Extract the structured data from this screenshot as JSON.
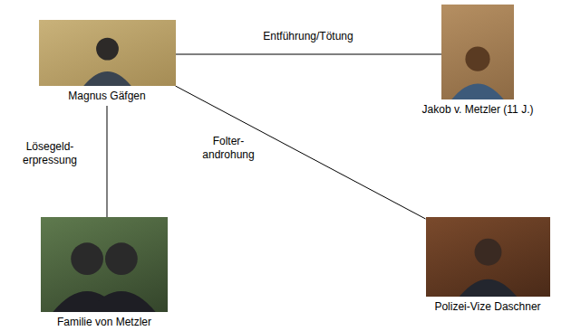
{
  "diagram": {
    "nodes": [
      {
        "text": [
          "Magnus Gäfgen"
        ]
      },
      {
        "text": [
          "Jakob v. Metzler (11 J.)"
        ]
      },
      {
        "text": [
          "Familie von Metzler"
        ]
      },
      {
        "text": [
          "Polizei-Vize Daschner"
        ]
      }
    ],
    "edges": [
      {
        "from": 0,
        "to": 1,
        "label": "Entführung/Tötung",
        "arrow": "none"
      },
      {
        "from": 0,
        "to": 2,
        "label": "Lösegeld- erpressung",
        "arrow": "none"
      },
      {
        "from": 0,
        "to": 3,
        "label": "Folter- androhung",
        "arrow": "none"
      }
    ]
  }
}
